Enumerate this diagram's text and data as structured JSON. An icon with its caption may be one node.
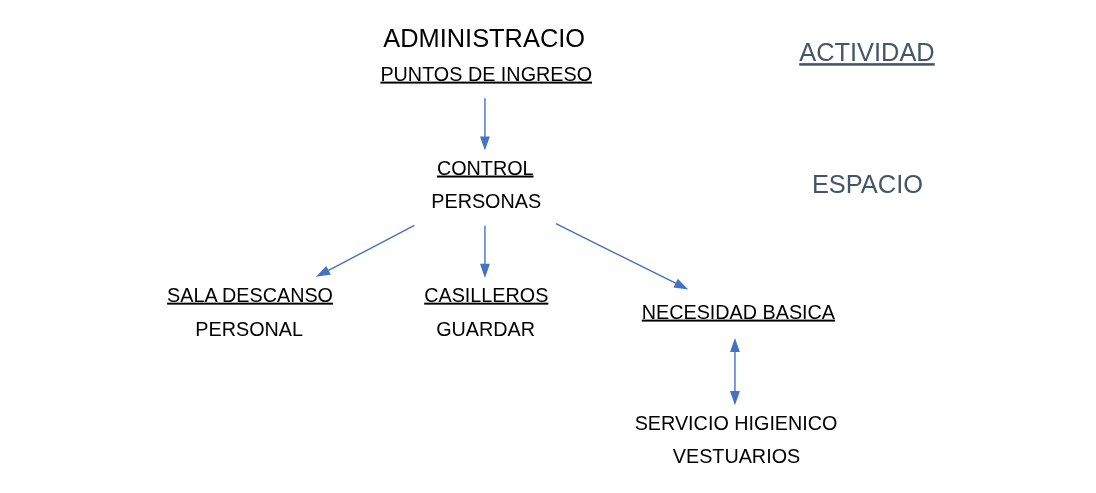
{
  "diagram": {
    "nodes": [
      {
        "text": [
          "ADMINISTRACIO",
          "PUNTOS DE INGRESO"
        ]
      },
      {
        "text": [
          "CONTROL",
          "PERSONAS"
        ]
      },
      {
        "text": [
          "SALA DESCANSO",
          "PERSONAL"
        ]
      },
      {
        "text": [
          "CASILLEROS",
          "GUARDAR"
        ]
      },
      {
        "text": [
          "NECESIDAD BASICA"
        ]
      },
      {
        "text": [
          "SERVICIO HIGIENICO",
          "VESTUARIOS"
        ]
      }
    ],
    "edges": [
      {
        "from": 0,
        "to": 1,
        "arrow": "to"
      },
      {
        "from": 1,
        "to": 2,
        "arrow": "to"
      },
      {
        "from": 1,
        "to": 3,
        "arrow": "to"
      },
      {
        "from": 1,
        "to": 4,
        "arrow": "to"
      },
      {
        "from": 4,
        "to": 5,
        "arrow": "both"
      }
    ],
    "labels": [
      "ACTIVIDAD",
      "ESPACIO"
    ]
  }
}
